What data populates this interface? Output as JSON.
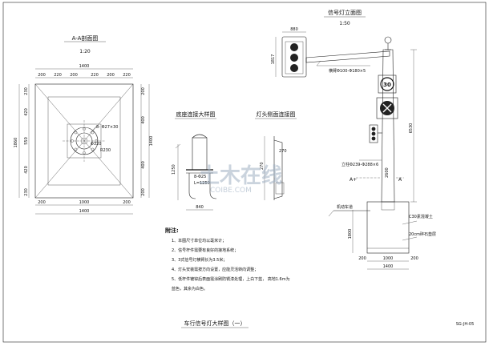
{
  "titles": {
    "section_aa": "A-A剖面图",
    "section_aa_scale": "1:20",
    "elevation": "信号灯立面图",
    "elevation_scale": "1:50",
    "base_detail": "底座连接大样图",
    "head_side": "灯头侧面连接图",
    "sheet_title": "车行信号灯大样图（一）",
    "sheet_no": "SG-JH-05"
  },
  "section_aa_dims": {
    "top_total": "1400",
    "top_parts": [
      "200",
      "220",
      "200",
      "220",
      "200",
      "220"
    ],
    "left_total": "1860",
    "left_parts": [
      "230",
      "420",
      "550",
      "420",
      "230"
    ],
    "right_total": "1400",
    "right_parts": [
      "200",
      "400",
      "400",
      "200"
    ],
    "bottom_inner": "1000",
    "bottom_total": "1400",
    "bottom_side": "200",
    "bolt_label": "8- Φ27×30",
    "circle_label": "Φ320",
    "radius_label": "R230"
  },
  "elevation_dims": {
    "head_width": "880",
    "head_height": "1817",
    "arm_label": "横臂Φ100-Φ180×5",
    "pole_label": "立柱Φ239-Φ288×6",
    "total_height": "6530",
    "pole_mark": "2600",
    "section_mark": "A+",
    "section_mark_right": "A",
    "speed_limit": "30",
    "lane_label": "机动车道",
    "concrete_label": "C30素混凝土",
    "cushion_label": "20cm碎石垫层",
    "base_dims": [
      "200",
      "1000",
      "200"
    ],
    "base_total": "1400",
    "base_height": "1800"
  },
  "base_detail_dims": {
    "bolt_label": "8-Φ25",
    "length_label": "L=1250",
    "width_label": "840",
    "depth_label": "1250"
  },
  "head_side_dims": {
    "height_label": "270",
    "depth_label": "270"
  },
  "notes": {
    "heading": "附注:",
    "lines": [
      "1、本图尺寸单位均以毫米计；",
      "2、信号杆件需要有良好的接地系统；",
      "3、3式信号灯横臂长为3.5米；",
      "4、灯头安装需按方向设置，应能灵活转向调整；",
      "5、低杆件镀锌后表面需涂刷防锈漆处理，上白下蓝，  高地1.6m为",
      "   蓝色，其余为白色。"
    ]
  },
  "watermark": {
    "main": "土木在线",
    "sub": "COIBE.COM"
  }
}
